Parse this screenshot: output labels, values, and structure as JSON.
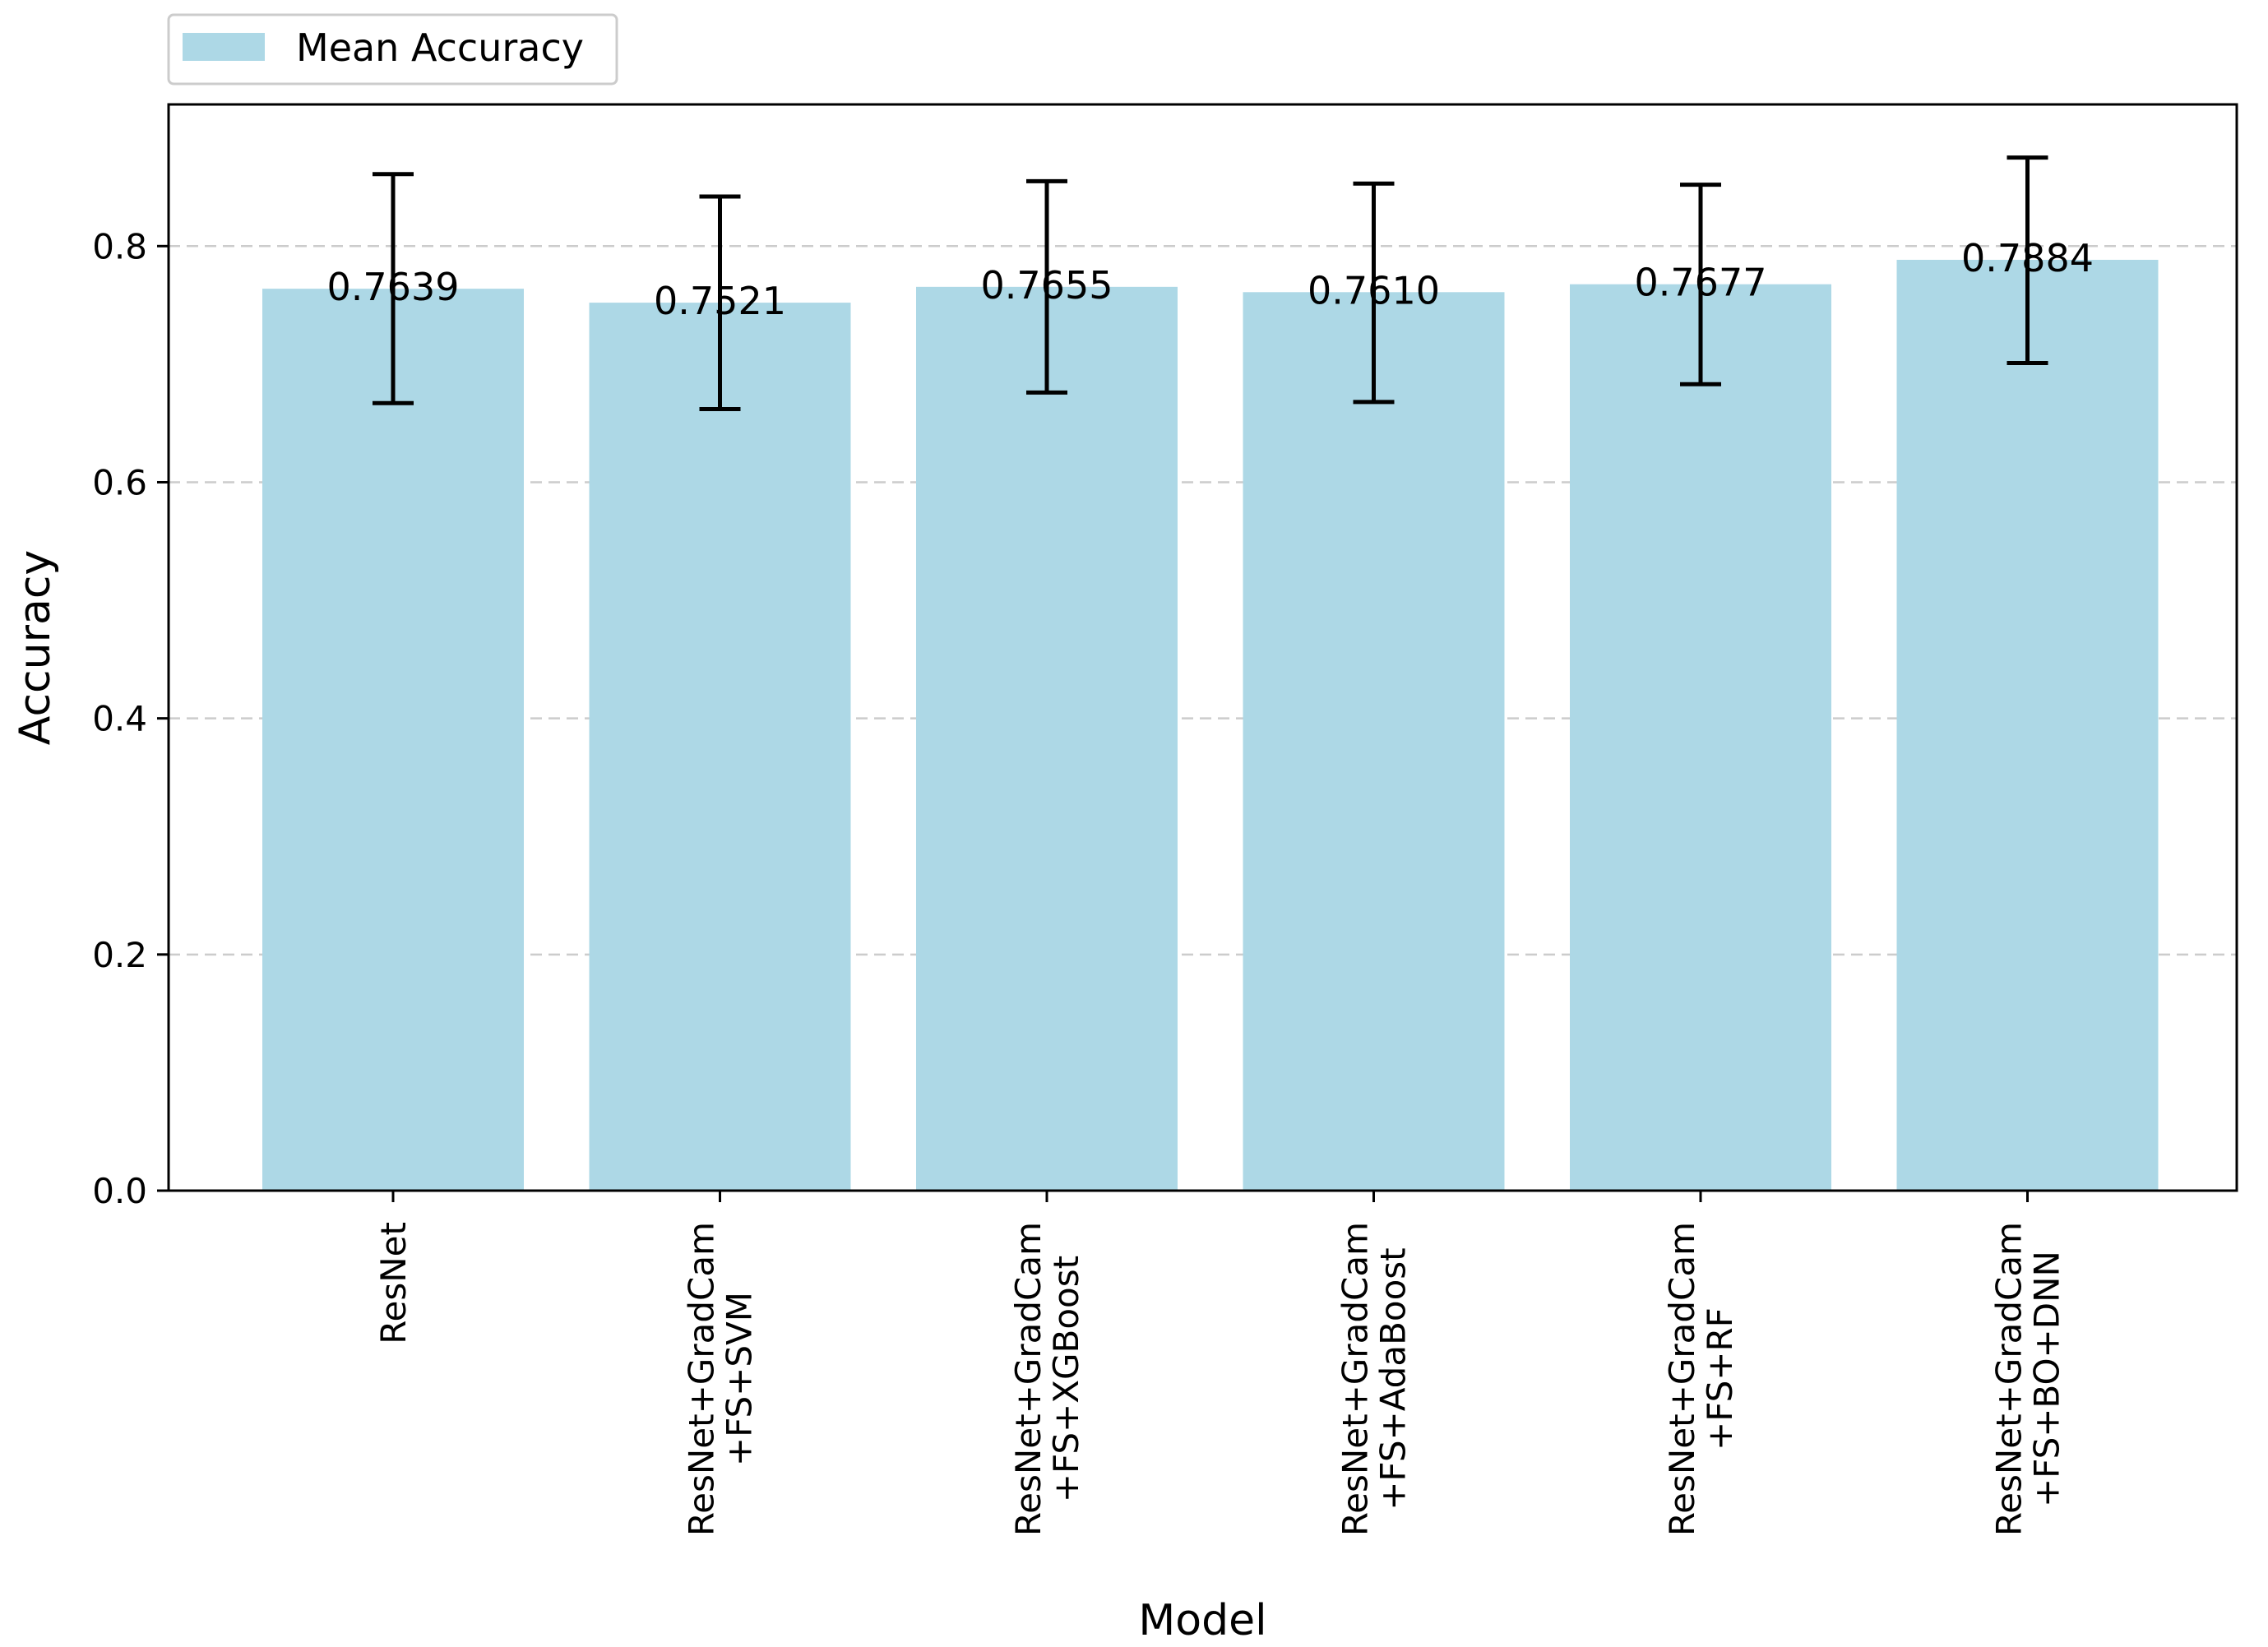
{
  "chart_data": {
    "type": "bar",
    "categories": [
      [
        "ResNet"
      ],
      [
        "ResNet+GradCam",
        "+FS+SVM"
      ],
      [
        "ResNet+GradCam",
        "+FS+XGBoost"
      ],
      [
        "ResNet+GradCam",
        "+FS+AdaBoost"
      ],
      [
        "ResNet+GradCam",
        "+FS+RF"
      ],
      [
        "ResNet+GradCam",
        "+FS+BO+DNN"
      ]
    ],
    "series": [
      {
        "name": "Mean Accuracy",
        "values": [
          0.7639,
          0.7521,
          0.7655,
          0.761,
          0.7677,
          0.7884
        ],
        "labels": [
          "0.7639",
          "0.7521",
          "0.7655",
          "0.7610",
          "0.7677",
          "0.7884"
        ],
        "error_low": [
          0.667,
          0.662,
          0.676,
          0.668,
          0.683,
          0.701
        ],
        "error_high": [
          0.861,
          0.842,
          0.855,
          0.853,
          0.852,
          0.875
        ],
        "color": "#add8e6"
      }
    ],
    "xlabel": "Model",
    "ylabel": "Accuracy",
    "ylim": [
      0,
      0.92
    ],
    "yticks": [
      0.0,
      0.2,
      0.4,
      0.6,
      0.8
    ],
    "ytick_labels": [
      "0.0",
      "0.2",
      "0.4",
      "0.6",
      "0.8"
    ],
    "grid": "y-dashed",
    "legend": "top-left-outside",
    "errorbar_color": "#000000",
    "grid_color": "#cccccc"
  }
}
